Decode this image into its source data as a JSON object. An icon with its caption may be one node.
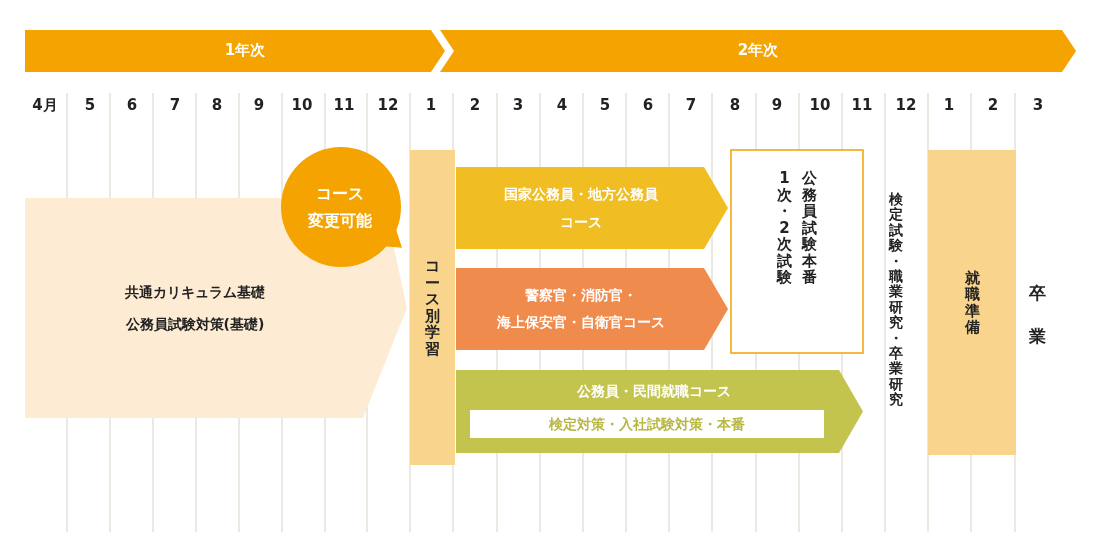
{
  "diagram": {
    "nodes": [
      {
        "text": [
          "1年次"
        ]
      },
      {
        "text": [
          "2年次"
        ]
      },
      {
        "text": [
          "共通カリキュラム基礎",
          "公務員試験対策(基礎)"
        ]
      },
      {
        "text": [
          "コース",
          "変更可能"
        ]
      },
      {
        "text": [
          "コース別学習"
        ]
      },
      {
        "text": [
          "国家公務員・地方公務員コース"
        ]
      },
      {
        "text": [
          "警察官・消防官・海上保安官・自衛官コース"
        ]
      },
      {
        "text": [
          "公務員・民間就職コース"
        ]
      },
      {
        "text": [
          "検定対策・入社試験対策・本番"
        ],
        "in": 7
      },
      {
        "text": [
          "1次・2次試験",
          "公務員試験本番"
        ]
      },
      {
        "text": [
          "就職準備"
        ]
      }
    ],
    "labels": [
      "4月",
      "5",
      "6",
      "7",
      "8",
      "9",
      "10",
      "11",
      "12",
      "1",
      "2",
      "3",
      "4",
      "5",
      "6",
      "7",
      "8",
      "9",
      "10",
      "11",
      "12",
      "1",
      "2",
      "3",
      "検定試験・職業研究・卒業研究",
      "卒業"
    ]
  }
}
